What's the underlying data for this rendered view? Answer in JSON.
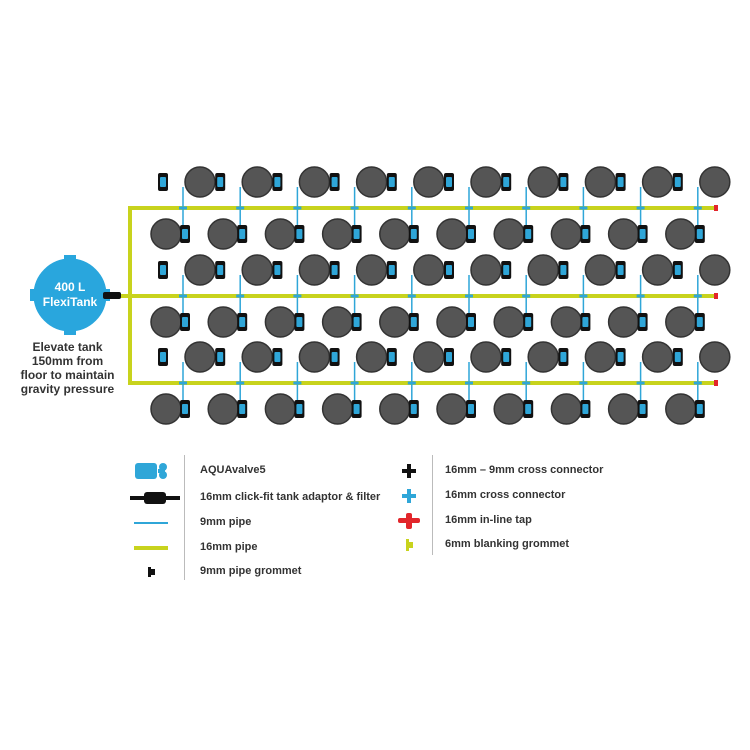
{
  "tank": {
    "capacity": "400 L",
    "name": "FlexiTank",
    "note_lines": [
      "Elevate tank",
      "150mm from",
      "floor to maintain",
      "gravity pressure"
    ]
  },
  "layout": {
    "rows": 3,
    "pots_per_side": 10
  },
  "colors": {
    "main_pipe": "#c8d31d",
    "small_pipe": "#2fa6d8",
    "tank": "#29a6dd",
    "valve": "#2fa6d8",
    "pot": "#555555",
    "tap": "#e2262b"
  },
  "legend": {
    "left": [
      {
        "icon": "aquavalve-icon",
        "label": "AQUAvalve5"
      },
      {
        "icon": "tank-adaptor-filter-icon",
        "label": "16mm click-fit tank adaptor & filter"
      },
      {
        "icon": "9mm-pipe-icon",
        "label": "9mm pipe"
      },
      {
        "icon": "16mm-pipe-icon",
        "label": "16mm pipe"
      },
      {
        "icon": "9mm-grommet-icon",
        "label": "9mm pipe grommet"
      }
    ],
    "right": [
      {
        "icon": "cross-connector-black-icon",
        "label": "16mm – 9mm cross connector"
      },
      {
        "icon": "cross-connector-blue-icon",
        "label": "16mm cross connector"
      },
      {
        "icon": "inline-tap-icon",
        "label": "16mm in-line tap"
      },
      {
        "icon": "blanking-grommet-icon",
        "label": "6mm blanking grommet"
      }
    ]
  }
}
